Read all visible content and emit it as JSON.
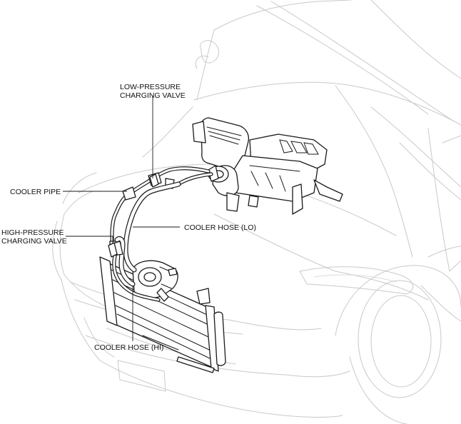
{
  "labels": {
    "low_pressure_valve": [
      "LOW-PRESSURE",
      "CHARGING VALVE"
    ],
    "cooler_pipe": "COOLER PIPE",
    "high_pressure_valve": [
      "HIGH-PRESSURE",
      "CHARGING VALVE"
    ],
    "cooler_hose_lo": "COOLER HOSE (LO)",
    "cooler_hose_hi": "COOLER HOSE (HI)"
  }
}
